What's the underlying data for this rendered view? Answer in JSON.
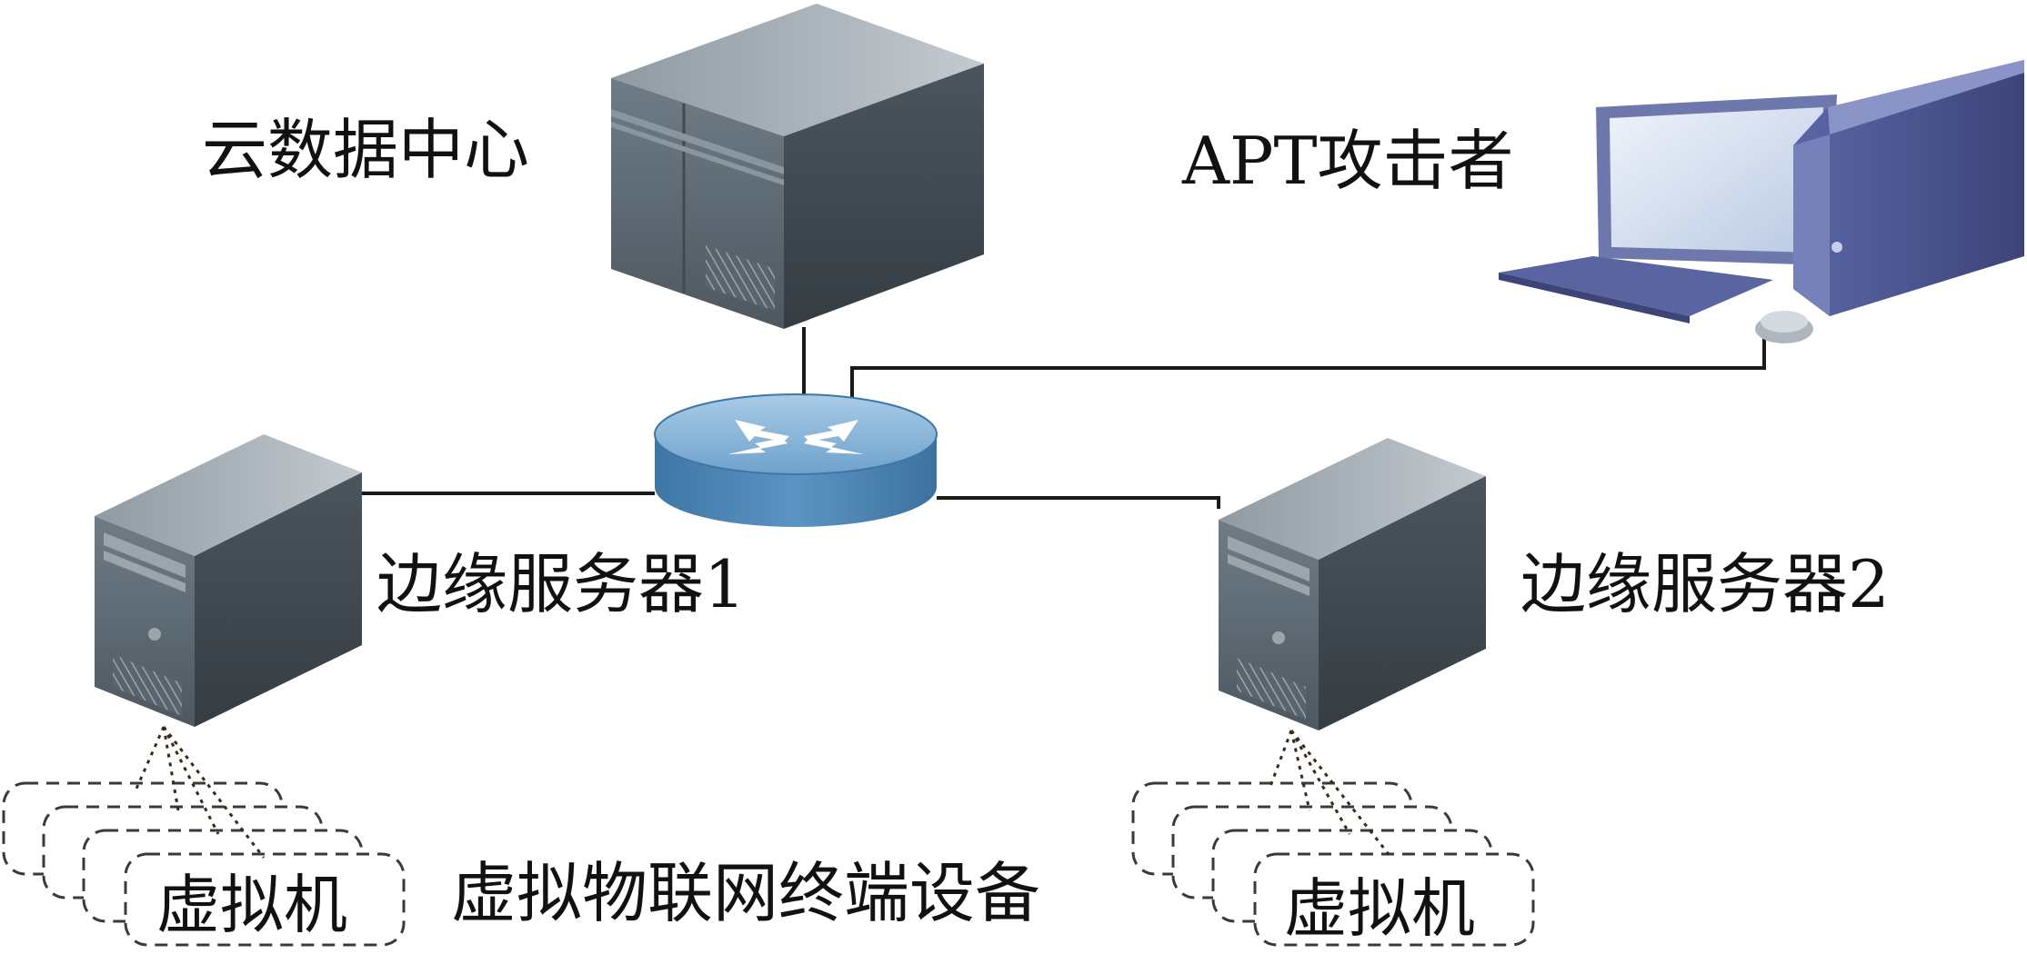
{
  "labels": {
    "cloud_datacenter": "云数据中心",
    "apt_attacker": "APT攻击者",
    "edge_server_1": "边缘服务器1",
    "edge_server_2": "边缘服务器2",
    "virtual_iot_devices": "虚拟物联网终端设备",
    "vm_left": "虚拟机",
    "vm_right": "虚拟机"
  },
  "icons": {
    "datacenter": "datacenter-server-icon",
    "router": "router-icon",
    "attacker_pc": "desktop-computer-icon",
    "edge_server": "tower-server-icon"
  },
  "colors": {
    "server_dark": "#3d474f",
    "server_mid": "#5d6a74",
    "server_light": "#aab3ba",
    "router_top": "#8fbadc",
    "router_side": "#4f86b4",
    "pc_body": "#4b5593",
    "pc_screen": "#d8e4f4"
  }
}
